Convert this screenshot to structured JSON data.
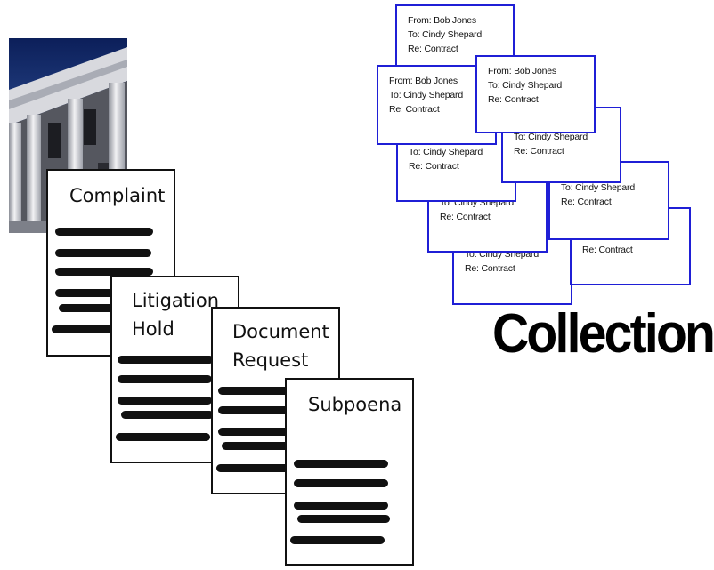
{
  "documents": [
    {
      "title_lines": [
        "Complaint"
      ]
    },
    {
      "title_lines": [
        "Litigation",
        "Hold"
      ]
    },
    {
      "title_lines": [
        "Document",
        "Request"
      ]
    },
    {
      "title_lines": [
        "Subpoena"
      ]
    }
  ],
  "emails": [
    {
      "lines": [
        "From: Bob Jones",
        "To: Cindy Shepard",
        "Re: Contract"
      ]
    },
    {
      "lines": [
        "To: Cindy Shepard",
        "Re: Contract"
      ]
    },
    {
      "lines": [
        "To: Cindy Shepard",
        "Re: Contract"
      ]
    },
    {
      "lines": [
        "To: Cindy Shepard",
        "Re: Contract"
      ]
    },
    {
      "lines": [
        "Re: Contract"
      ]
    },
    {
      "lines": [
        "To: Cindy Shepard",
        "Re: Contract"
      ]
    },
    {
      "lines": [
        "To: Cindy Shepard",
        "Re: Contract"
      ]
    },
    {
      "lines": [
        "From: Bob Jones",
        "To: Cindy Shepard",
        "Re: Contract"
      ]
    },
    {
      "lines": [
        "From: Bob Jones",
        "To: Cindy Shepard",
        "Re: Contract"
      ]
    }
  ],
  "collection_label": "Collection",
  "colors": {
    "email_border": "#1f1fd6",
    "document_border": "#111111"
  }
}
